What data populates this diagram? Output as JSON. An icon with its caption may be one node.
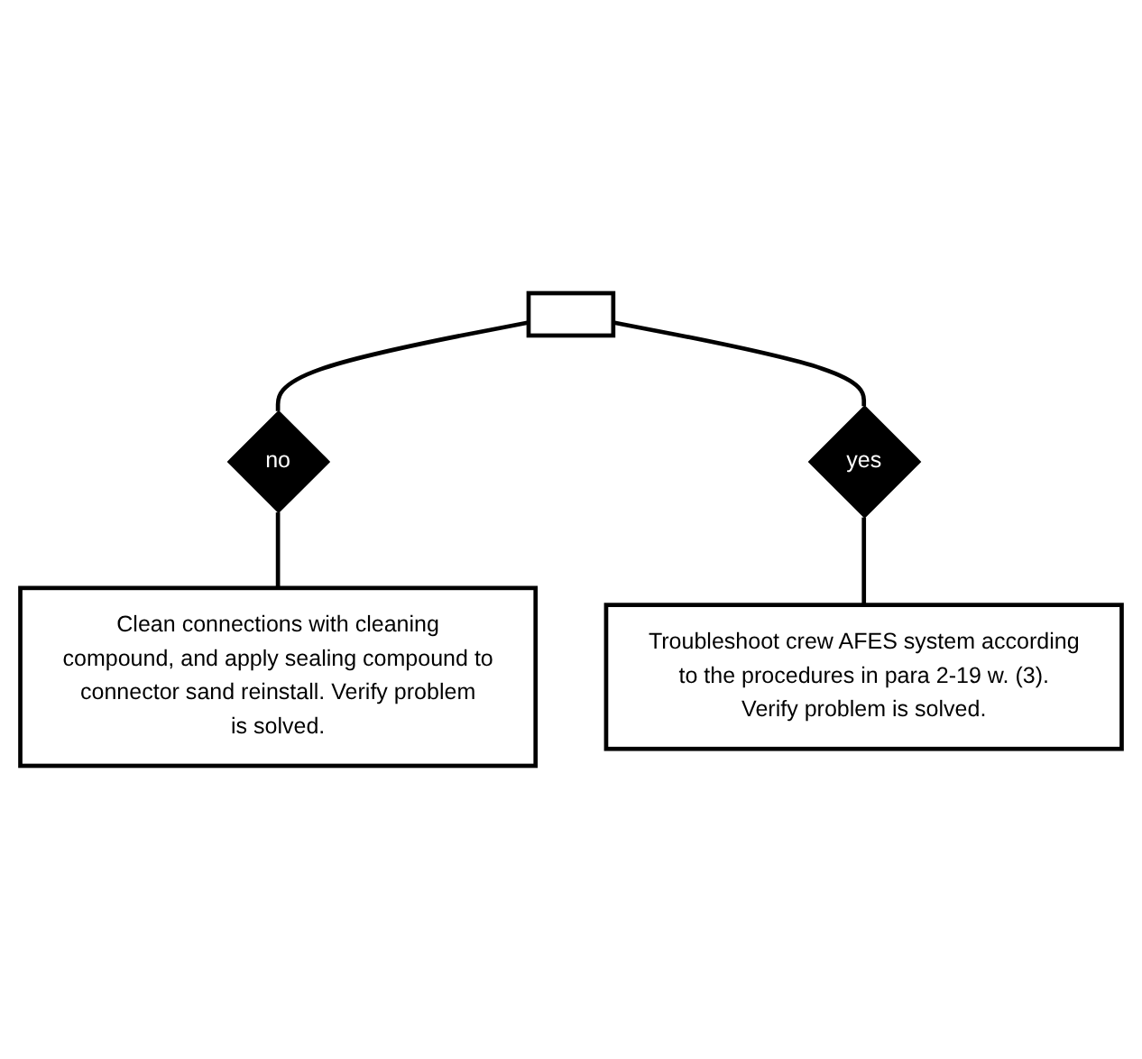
{
  "diagram": {
    "nodes": [
      {
        "text": [],
        "shape": "box"
      },
      {
        "text": [
          "no"
        ]
      },
      {
        "text": [
          "yes"
        ]
      },
      {
        "text": [
          "Clean connections with cleaning compound, and apply sealing compound to connector sand reinstall. Verify problem is solved."
        ]
      },
      {
        "text": [
          "Troubleshoot crew AFES system according to the procedures in para 2-19 w. (3). Verify problem is solved."
        ]
      }
    ],
    "edges": [
      {
        "from": 0,
        "to": 1,
        "arrow": "none"
      },
      {
        "from": 0,
        "to": 2,
        "arrow": "none"
      },
      {
        "from": 1,
        "to": 3,
        "arrow": "none"
      },
      {
        "from": 2,
        "to": 4,
        "arrow": "none"
      }
    ]
  }
}
